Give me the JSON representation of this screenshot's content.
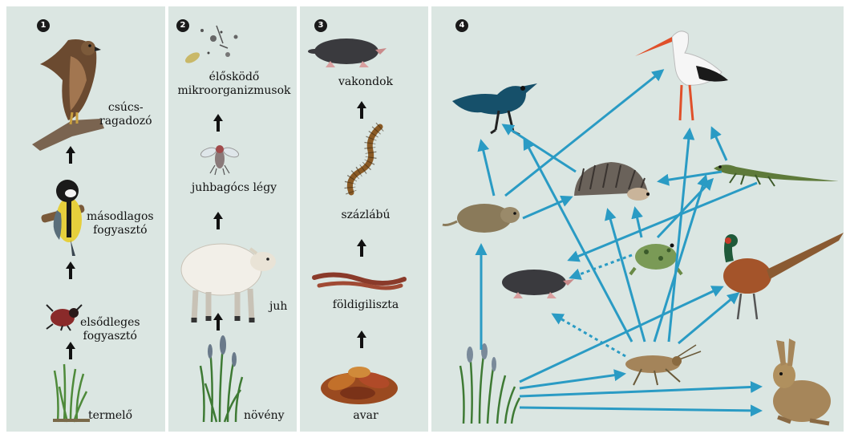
{
  "panels": [
    {
      "number": "1",
      "labels": {
        "apex": "csúcs-\nragadozó",
        "secondary": "másodlagos\nfogyasztó",
        "primary": "elsődleges\nfogyasztó",
        "producer": "termelő"
      }
    },
    {
      "number": "2",
      "labels": {
        "parasite_micro": "élősködő\nmikroorganizmusok",
        "fly": "juhbagócs légy",
        "sheep": "juh",
        "plant": "növény"
      }
    },
    {
      "number": "3",
      "labels": {
        "mole": "vakondok",
        "centipede": "százlábú",
        "earthworm": "földigiliszta",
        "litter": "avar"
      }
    },
    {
      "number": "4"
    }
  ],
  "colors": {
    "panel_bg": "#dbe6e2",
    "arrow_blue": "#2a9bc4",
    "arrow_black": "#111111"
  },
  "icons": [
    "hawk-icon",
    "great-tit-icon",
    "beetle-icon",
    "grass-icon",
    "microorganisms-icon",
    "botfly-icon",
    "sheep-icon",
    "plants-icon",
    "mole-icon",
    "centipede-icon",
    "earthworm-icon",
    "leaf-litter-icon",
    "crow-icon",
    "stork-icon",
    "hedgehog-icon",
    "lizard-icon",
    "vole-icon",
    "frog-icon",
    "pheasant-icon",
    "grasshopper-icon",
    "hare-icon"
  ]
}
